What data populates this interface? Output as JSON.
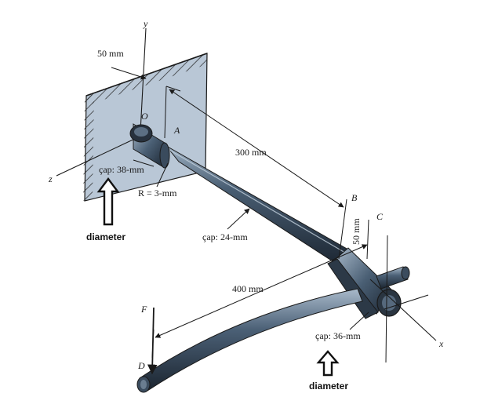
{
  "labels": {
    "dim_50mm_top": "50 mm",
    "dim_300mm": "300 mm",
    "dim_400mm": "400 mm",
    "dim_50mm_vertical": "50 mm",
    "diameter_38": "çap: 38-mm",
    "radius_3": "R = 3-mm",
    "diameter_24": "çap: 24-mm",
    "diameter_36": "çap: 36-mm",
    "annotation_left": "diameter",
    "annotation_right": "diameter"
  },
  "axes": {
    "y": "y",
    "z": "z",
    "x": "x"
  },
  "points": {
    "O": "O",
    "A": "A",
    "B": "B",
    "C": "C",
    "D": "D",
    "F": "F"
  },
  "colors": {
    "wall_fill": "#b9c7d6",
    "shaft_dark": "#1f2a36",
    "shaft_mid": "#3e5165",
    "shaft_light": "#8ea2b5",
    "line": "#1a1a1a"
  }
}
